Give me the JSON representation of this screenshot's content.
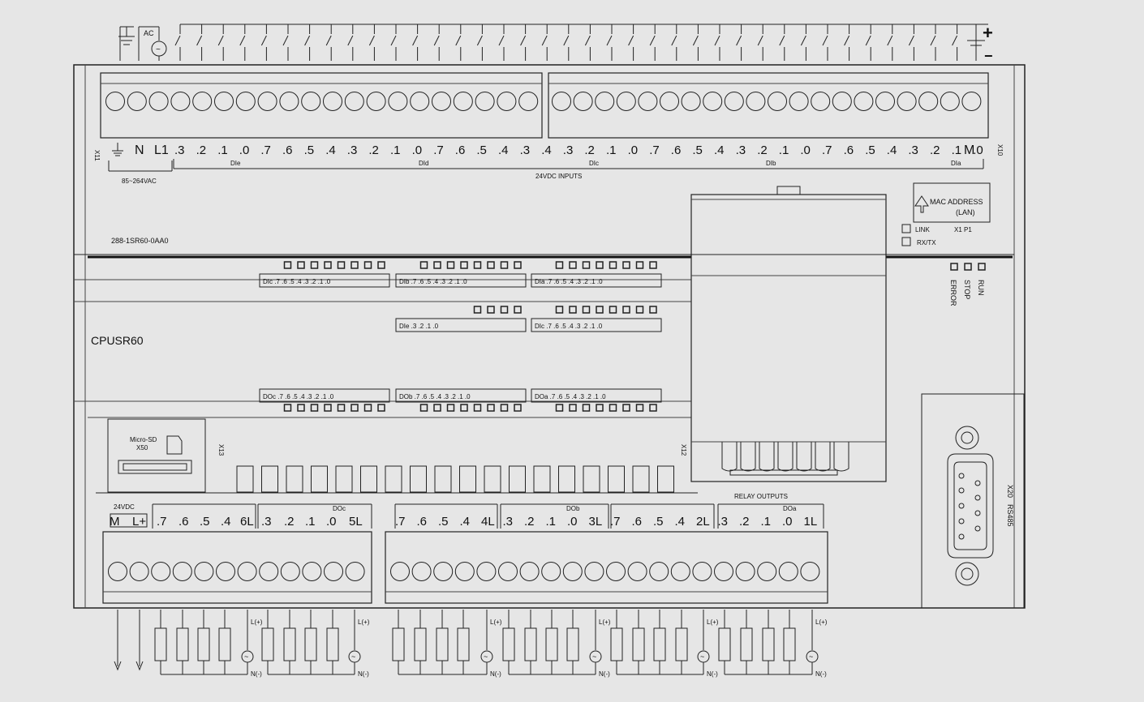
{
  "top": {
    "input_terminals": [
      ".3",
      ".2",
      ".1",
      ".0",
      ".7",
      ".6",
      ".5",
      ".4",
      ".3",
      ".2",
      ".1",
      ".0",
      ".7",
      ".6",
      ".5",
      ".4",
      ".3",
      ".4",
      ".3",
      ".2",
      ".1",
      ".0",
      ".7",
      ".6",
      ".5",
      ".4",
      ".3",
      ".2",
      ".1",
      ".0",
      ".7",
      ".6",
      ".5",
      ".4",
      ".3",
      ".2",
      ".1",
      ".0"
    ],
    "power_terminals": [
      "L1",
      "N"
    ],
    "m_terminal": "M",
    "group_labels": [
      "DIe",
      "DId",
      "DIc",
      "DIb",
      "DIa"
    ],
    "inputs_title": "24VDC INPUTS",
    "supply_label": "85~264VAC",
    "x11": "X11",
    "x10": "X10",
    "ac_symbol": "AC",
    "plus": "+",
    "minus": "−"
  },
  "body": {
    "part_number": "288-1SR60-0AA0",
    "model": "CPUSR60",
    "mac_label_1": "MAC ADDRESS",
    "mac_label_2": "(LAN)",
    "x1_p1": "X1  P1",
    "link": "LINK",
    "rxtx": "RX/TX",
    "status": [
      "RUN",
      "STOP",
      "ERROR"
    ]
  },
  "led_rows": {
    "row1": [
      "DIc .7 .6 .5 .4 .3 .2 .1 .0",
      "DIb .7 .6 .5 .4 .3 .2 .1 .0",
      "DIa .7 .6 .5 .4 .3 .2 .1 .0"
    ],
    "row2": [
      "DIe .3 .2 .1 .0",
      "DIc .7 .6 .5 .4 .3 .2 .1 .0"
    ],
    "row3": [
      "DOc .7 .6 .5 .4 .3 .2 .1 .0",
      "DOb .7 .6 .5 .4 .3 .2 .1 .0",
      "DOa .7 .6 .5 .4 .3 .2 .1 .0"
    ]
  },
  "bottom": {
    "microsd_1": "Micro-SD",
    "microsd_2": "X50",
    "x13": "X13",
    "x12": "X12",
    "supply_24": "24VDC",
    "relay_outputs": "RELAY   OUTPUTS",
    "dc_label": "DOc",
    "db_label": "DOb",
    "da_label": "DOa",
    "out_terminals_left": [
      "M",
      "L+",
      ".7",
      ".6",
      ".5",
      ".4",
      "6L",
      ".3",
      ".2",
      ".1",
      ".0",
      "5L"
    ],
    "out_terminals_right": [
      ".7",
      ".6",
      ".5",
      ".4",
      "4L",
      ".3",
      ".2",
      ".1",
      ".0",
      "3L",
      ".7",
      ".6",
      ".5",
      ".4",
      "2L",
      ".3",
      ".2",
      ".1",
      ".0",
      "1L"
    ],
    "port_label_1": "RS485",
    "port_label_2": "X20",
    "l_plus": "L(+)",
    "n_minus": "N(-)"
  }
}
